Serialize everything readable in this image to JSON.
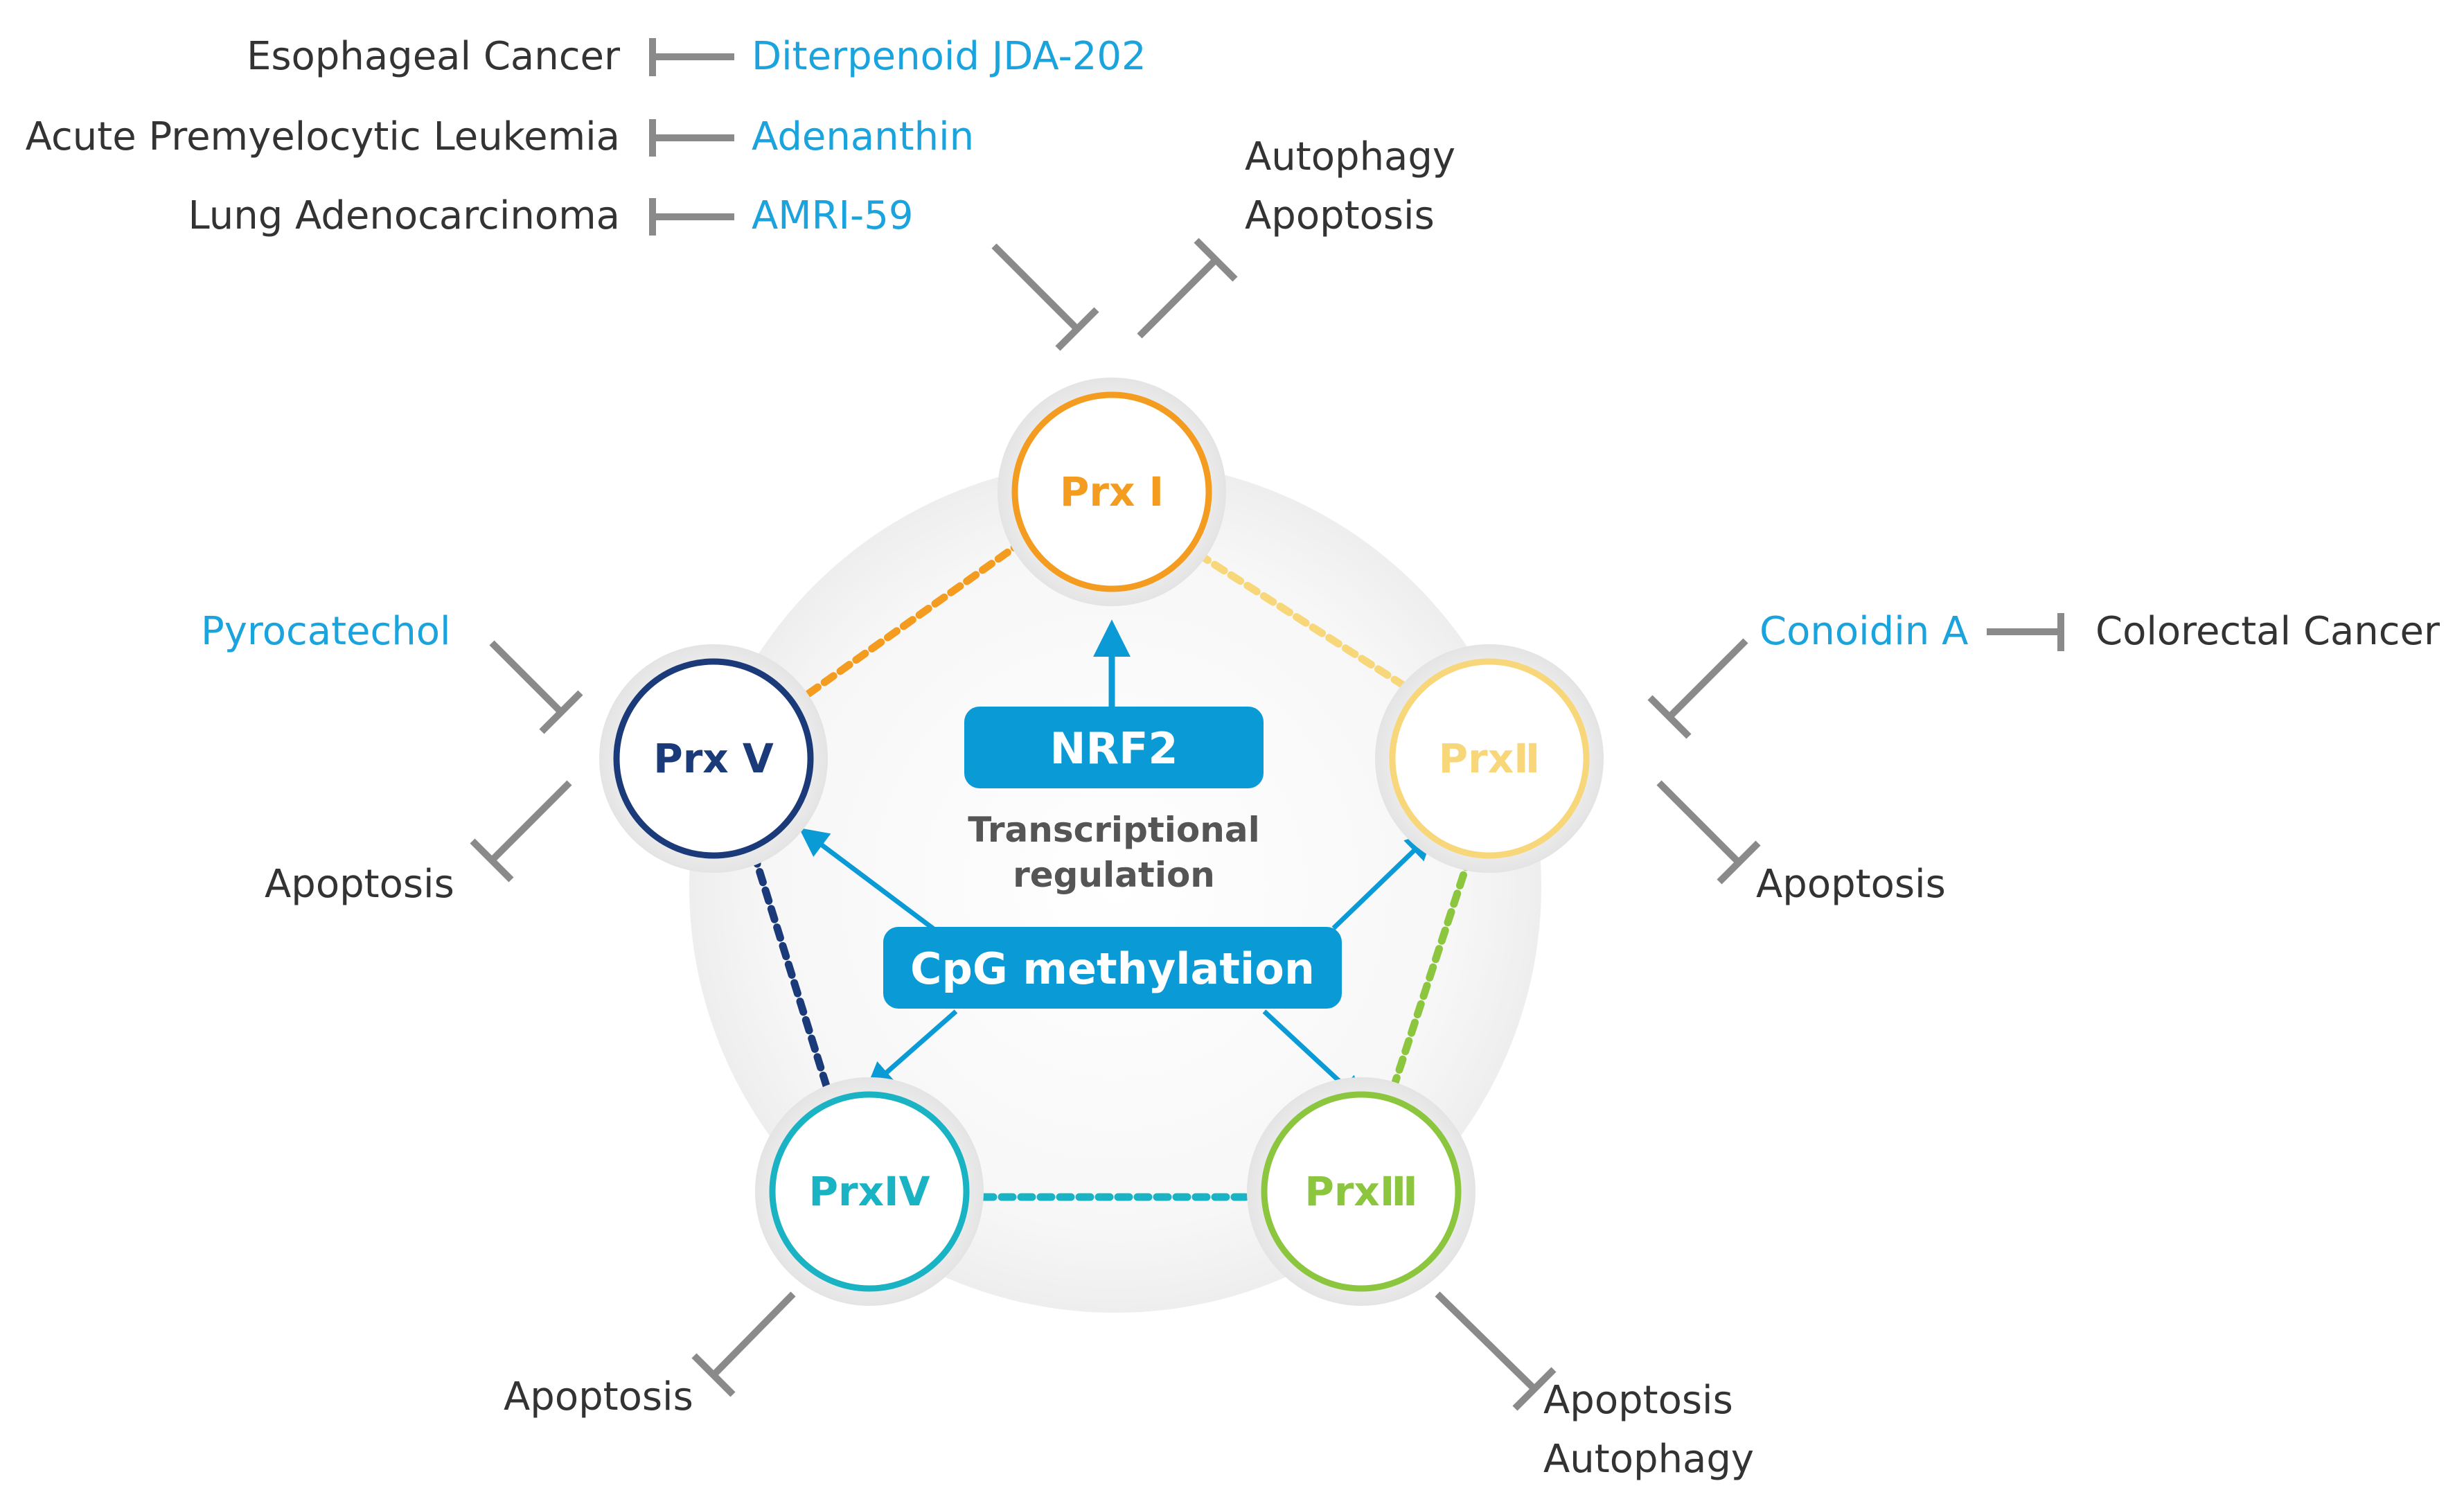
{
  "colors": {
    "prx1": "#f39c1f",
    "prx2": "#f7d77a",
    "prx3": "#8cc63f",
    "prx4": "#1ab3c4",
    "prx5": "#1b3a7a",
    "blue": "#0a9ad6",
    "drug": "#1aa3dc",
    "inhibit": "#8a8a8a",
    "text": "#333333"
  },
  "nodes": {
    "prx1": {
      "label": "Prx I"
    },
    "prx2": {
      "label": "PrxⅡ"
    },
    "prx3": {
      "label": "PrxⅢ"
    },
    "prx4": {
      "label": "PrxIV"
    },
    "prx5": {
      "label": "Prx V"
    }
  },
  "center": {
    "nrf2": "NRF2",
    "transcriptional_line1": "Transcriptional",
    "transcriptional_line2": "regulation",
    "cpg": "CpG methylation"
  },
  "top": {
    "rows": [
      {
        "disease": "Esophageal Cancer",
        "drug": "Diterpenoid JDA-202"
      },
      {
        "disease": "Acute Premyelocytic Leukemia",
        "drug": "Adenanthin"
      },
      {
        "disease": "Lung Adenocarcinoma",
        "drug": "AMRI-59"
      }
    ],
    "effect_line1": "Autophagy",
    "effect_line2": "Apoptosis"
  },
  "left": {
    "drug": "Pyrocatechol",
    "effect": "Apoptosis"
  },
  "right": {
    "drug": "Conoidin A",
    "disease": "Colorectal Cancer",
    "effect": "Apoptosis"
  },
  "bottom_left": {
    "effect": "Apoptosis"
  },
  "bottom_right": {
    "effect_line1": "Apoptosis",
    "effect_line2": "Autophagy"
  }
}
